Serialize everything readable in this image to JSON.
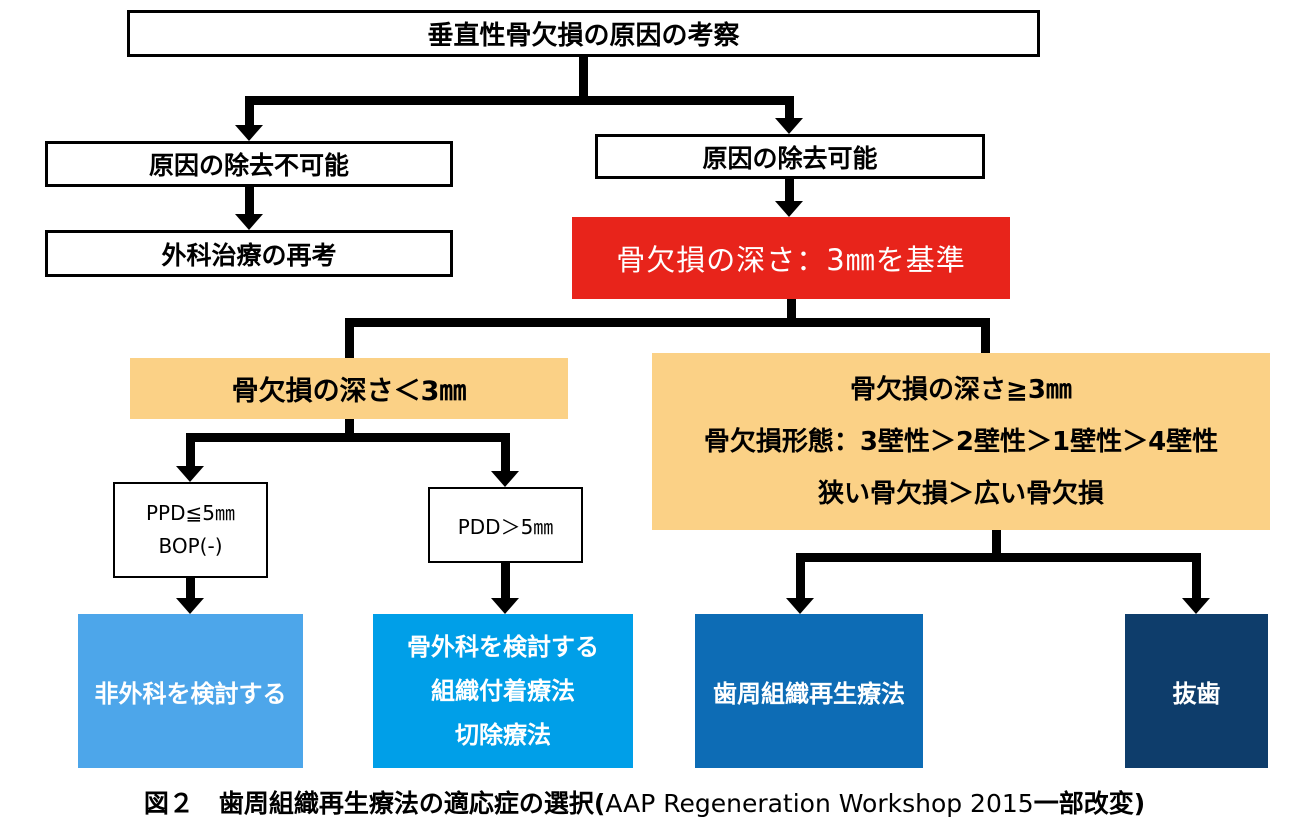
{
  "flowchart": {
    "root": {
      "label": "垂直性骨欠損の原因の考察"
    },
    "cause_not_removable": {
      "label": "原因の除去不可能"
    },
    "cause_removable": {
      "label": "原因の除去可能"
    },
    "reconsider_surgery": {
      "label": "外科治療の再考"
    },
    "depth_criterion": {
      "label": "骨欠損の深さ：3㎜を基準"
    },
    "depth_lt3": {
      "label": "骨欠損の深さ＜3㎜"
    },
    "depth_ge3": {
      "lines": [
        "骨欠損の深さ≧3㎜",
        "骨欠損形態：3壁性＞2壁性＞1壁性＞4壁性",
        "狭い骨欠損＞広い骨欠損"
      ]
    },
    "ppd_le5": {
      "lines": [
        "PPD≦5㎜",
        "BOP(-)"
      ]
    },
    "pdd_gt5": {
      "label": "PDD＞5㎜"
    },
    "outcome_nonsurgical": {
      "label": "非外科を検討する"
    },
    "outcome_osseous": {
      "lines": [
        "骨外科を検討する",
        "組織付着療法",
        "切除療法"
      ]
    },
    "outcome_regeneration": {
      "label": "歯周組織再生療法"
    },
    "outcome_extraction": {
      "label": "抜歯"
    }
  },
  "caption": {
    "prefix": "図２　歯周組織再生療法の適応症の選択(",
    "latin": "AAP Regeneration Workshop 2015",
    "suffix": "一部改変)"
  },
  "colors": {
    "criterion_red": "#E8241B",
    "condition_orange": "#FBD186",
    "outcome_light_blue": "#4DA6EA",
    "outcome_bright_blue": "#009FE8",
    "outcome_medium_blue": "#0D6CB5",
    "outcome_dark_navy": "#0E3D6B",
    "connector_black": "#000000"
  }
}
